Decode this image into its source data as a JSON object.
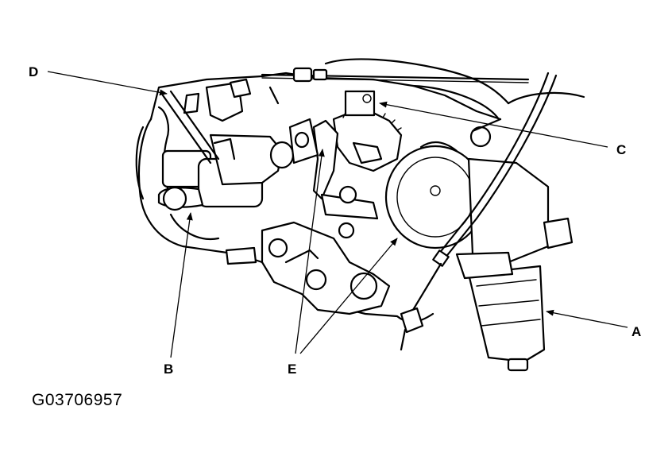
{
  "figure_id": "G03706957",
  "callouts": [
    {
      "id": "A",
      "label": "A"
    },
    {
      "id": "B",
      "label": "B"
    },
    {
      "id": "C",
      "label": "C"
    },
    {
      "id": "D",
      "label": "D"
    },
    {
      "id": "E",
      "label": "E"
    }
  ],
  "colors": {
    "ink": "#000000",
    "paper": "#ffffff"
  }
}
